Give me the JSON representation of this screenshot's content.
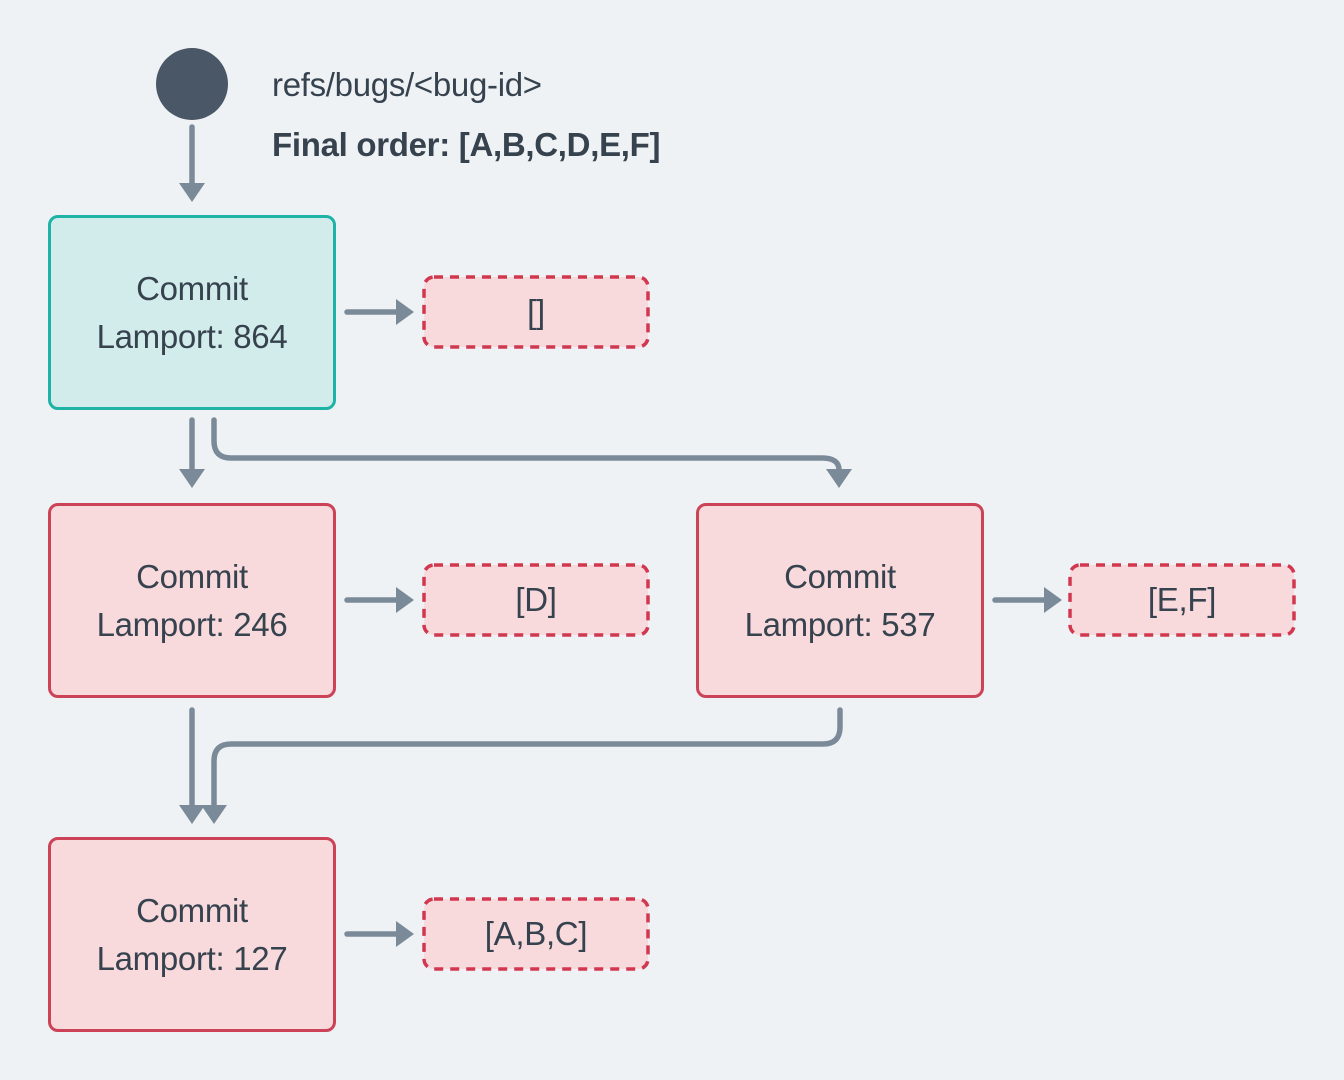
{
  "palette": {
    "background": "#eff2f5",
    "slate": "#4a5766",
    "arrow": "#7b8a99",
    "teal_border": "#1fb2a6",
    "teal_fill": "#d2eceb",
    "red_border": "#cc4257",
    "red_fill": "#f8d9dc",
    "dashed_border": "#d23750",
    "text": "#36424e"
  },
  "header": {
    "ref_label": "refs/bugs/<bug-id>",
    "final_order_label": "Final order: [A,B,C,D,E,F]"
  },
  "nodes": [
    {
      "title": "Commit",
      "lamport": "Lamport: 864",
      "style": "head"
    },
    {
      "title": "Commit",
      "lamport": "Lamport: 246",
      "style": "normal"
    },
    {
      "title": "Commit",
      "lamport": "Lamport: 537",
      "style": "normal"
    },
    {
      "title": "Commit",
      "lamport": "Lamport: 127",
      "style": "normal"
    }
  ],
  "payloads": [
    {
      "value": "[]"
    },
    {
      "value": "[D]"
    },
    {
      "value": "[E,F]"
    },
    {
      "value": "[A,B,C]"
    }
  ]
}
